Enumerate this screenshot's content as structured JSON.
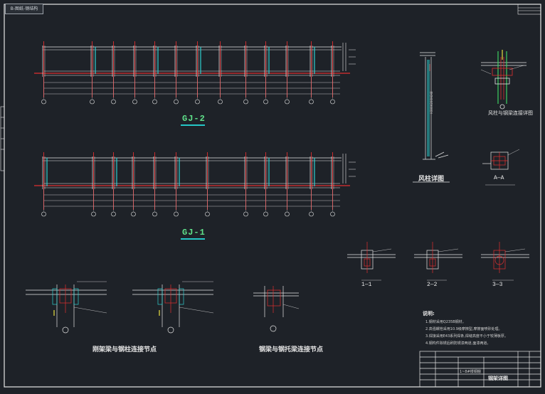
{
  "tab_label": "B-图纸-钢结构",
  "titles": {
    "gj2": "GJ-2",
    "gj1": "GJ-1"
  },
  "captions": {
    "column_detail": "风柱详图",
    "column_top_node": "风柱与钢梁连接详图",
    "frame_node": "刚架梁与钢柱连接节点",
    "tie_beam_node": "钢梁与钢托梁连接节点"
  },
  "sections": {
    "aa": "A—A",
    "s11": "1—1",
    "s22": "2—2",
    "s33": "3—3"
  },
  "notes": {
    "heading": "说明:",
    "lines": [
      "1.钢材采用Q235B钢材。",
      "2.高强螺栓采用10.9级摩擦型,摩擦面喷砂处理。",
      "3.焊接采用E43系列焊条,焊缝高度不小于较薄板厚。",
      "4.钢构件除锈后刷防锈漆两道,面漆两道。"
    ]
  },
  "title_block": {
    "drawing_name": "钢架详图",
    "project": "1~8#楼钢棚"
  },
  "colors": {
    "background": "#1e2228",
    "line": "#e6e6e6",
    "red": "#e03030",
    "cyan": "#2fd0d0",
    "green": "#3cd060",
    "yellow": "#e8e040"
  }
}
